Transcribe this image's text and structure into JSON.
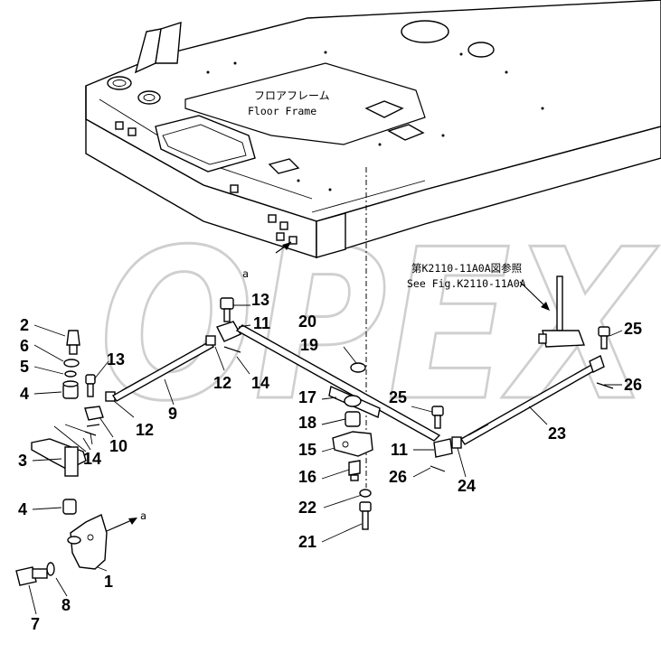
{
  "watermark": "OPEX",
  "frame_label": {
    "jp": "フロアフレーム",
    "en": "Floor Frame"
  },
  "reference": {
    "jp": "第K2110-11A0A図参照",
    "en": "See Fig.K2110-11A0A"
  },
  "arrow_label_top": "a",
  "arrow_label_bottom": "a",
  "part_numbers": {
    "p1": "1",
    "p2": "2",
    "p3": "3",
    "p4a": "4",
    "p4b": "4",
    "p5": "5",
    "p6": "6",
    "p7": "7",
    "p8": "8",
    "p9": "9",
    "p10": "10",
    "p11a": "11",
    "p11b": "11",
    "p12a": "12",
    "p12b": "12",
    "p13a": "13",
    "p13b": "13",
    "p14a": "14",
    "p14b": "14",
    "p15": "15",
    "p16": "16",
    "p17": "17",
    "p18": "18",
    "p19": "19",
    "p20": "20",
    "p21": "21",
    "p22": "22",
    "p23": "23",
    "p24": "24",
    "p25a": "25",
    "p25b": "25",
    "p26a": "26",
    "p26b": "26"
  }
}
